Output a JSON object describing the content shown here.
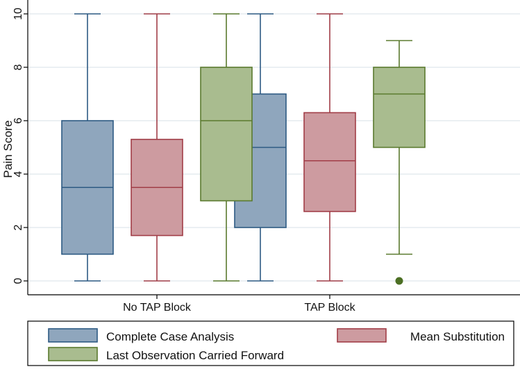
{
  "chart_data": {
    "type": "box",
    "title": "",
    "xlabel": "",
    "ylabel": "Pain Score",
    "ylim": [
      0,
      10
    ],
    "yticks": [
      0,
      2,
      4,
      6,
      8,
      10
    ],
    "grid": true,
    "legend_position": "bottom",
    "categories": [
      "No TAP Block",
      "TAP Block"
    ],
    "series": [
      {
        "name": "Complete Case Analysis",
        "fill": "#8fa6bd",
        "stroke": "#2d5a83",
        "boxes": [
          {
            "min": 0,
            "q1": 1,
            "median": 3.5,
            "q3": 6,
            "max": 10,
            "outliers": []
          },
          {
            "min": 0,
            "q1": 2,
            "median": 5,
            "q3": 7,
            "max": 10,
            "outliers": []
          }
        ]
      },
      {
        "name": "Mean Substitution",
        "fill": "#cd9ba0",
        "stroke": "#a13d47",
        "boxes": [
          {
            "min": 0,
            "q1": 1.7,
            "median": 3.5,
            "q3": 5.3,
            "max": 10,
            "outliers": []
          },
          {
            "min": 0,
            "q1": 2.6,
            "median": 4.5,
            "q3": 6.3,
            "max": 10,
            "outliers": []
          }
        ]
      },
      {
        "name": "Last Observation Carried Forward",
        "fill": "#a9bc8f",
        "stroke": "#5a7a2e",
        "boxes": [
          {
            "min": 0,
            "q1": 3,
            "median": 6,
            "q3": 8,
            "max": 10,
            "outliers": []
          },
          {
            "min": 1,
            "q1": 5,
            "median": 7,
            "q3": 8,
            "max": 9,
            "outliers": [
              0
            ]
          }
        ]
      }
    ],
    "colors": {
      "grid": "#dfe8ec",
      "axis": "#000000",
      "outlier": "#4c6f24"
    }
  }
}
